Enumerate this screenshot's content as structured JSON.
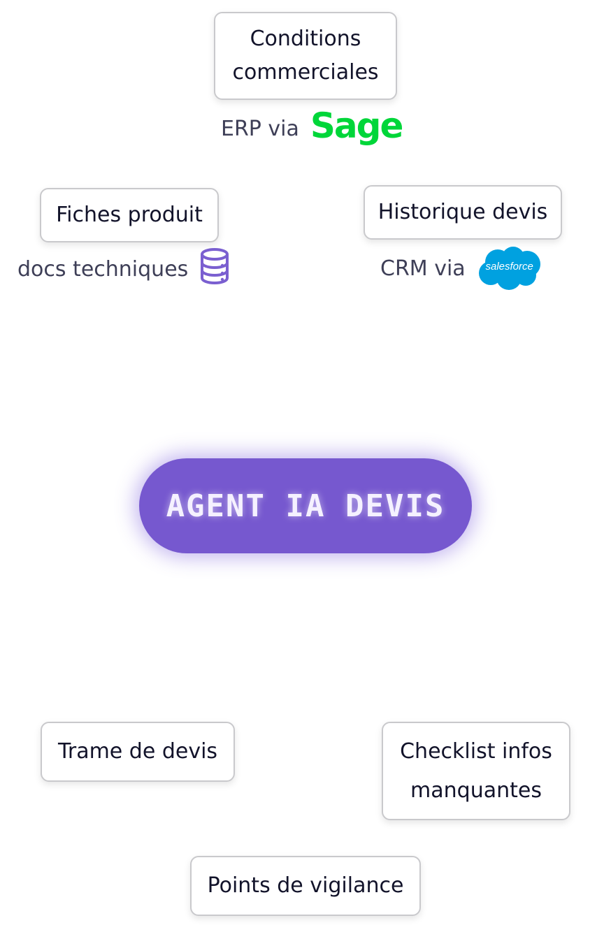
{
  "center": {
    "label": "AGENT IA DEVIS"
  },
  "inputs": [
    {
      "label": "Conditions\ncommerciales",
      "source_text": "ERP via",
      "source_logo": "Sage",
      "source_icon": "sage-logo"
    },
    {
      "label": "Fiches produit",
      "source_text": "docs techniques",
      "source_icon": "database-icon"
    },
    {
      "label": "Historique devis",
      "source_text": "CRM via",
      "source_logo": "salesforce",
      "source_icon": "salesforce-cloud-logo"
    }
  ],
  "outputs": [
    {
      "label": "Trame de devis"
    },
    {
      "label": "Checklist infos\nmanquantes"
    },
    {
      "label": "Points de vigilance"
    }
  ],
  "colors": {
    "agent_fill": "#7658cf",
    "database_icon": "#7a5fd0",
    "sage_green": "#00d639",
    "salesforce_blue": "#00a1e0"
  }
}
